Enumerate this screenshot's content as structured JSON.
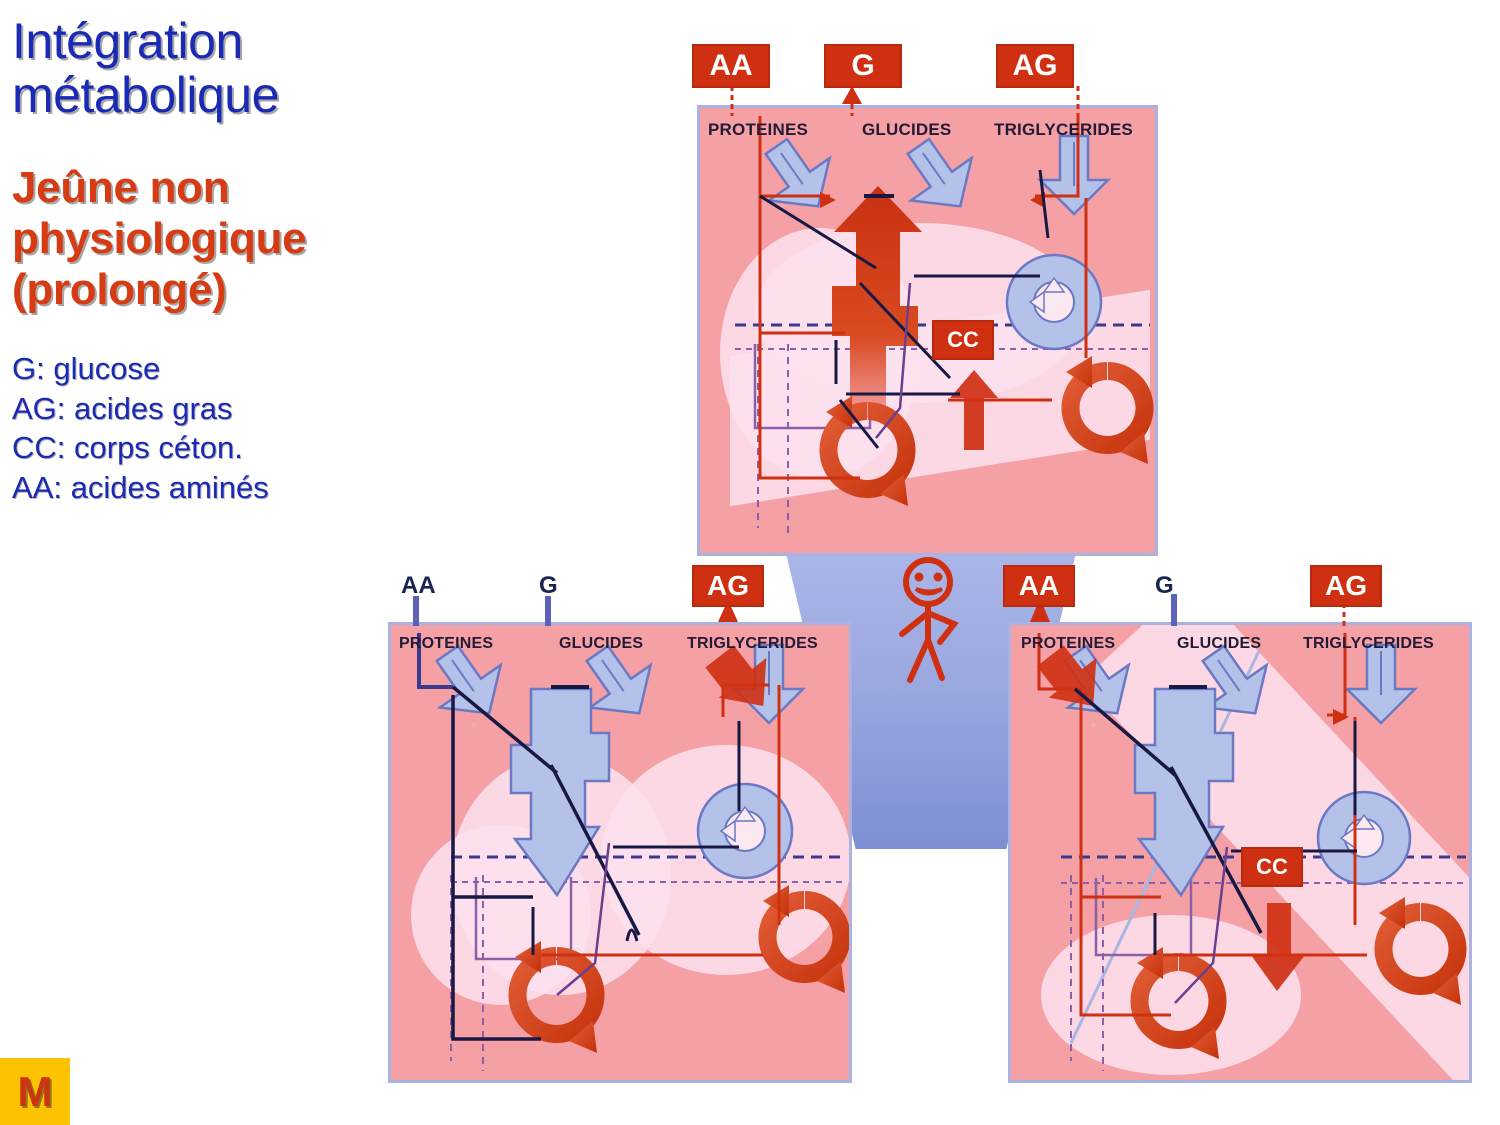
{
  "slide": {
    "title_line1": "Intégration",
    "title_line2": "métabolique",
    "subtitle_line1": "Jeûne non",
    "subtitle_line2": "physiologique",
    "subtitle_line3": "(prolongé)",
    "legend": [
      "G: glucose",
      "AG: acides gras",
      "CC: corps céton.",
      "AA: acides aminés"
    ],
    "logo_letter": "M",
    "colors": {
      "title_blue": "#1a2ab5",
      "subtitle_red": "#d63b14",
      "token_red": "#cf3012",
      "panel_pink": "#f4a0a4",
      "panel_border_blue": "#aab2e2",
      "center_blue": "#9aa8e0",
      "logo_yellow": "#fdc300",
      "logo_red": "#cc3311",
      "arrow_blue": "#aebbe6",
      "arrow_red": "#cf3012"
    }
  },
  "panels": [
    {
      "id": "top-panel",
      "name": "liver-panel",
      "tokens": [
        {
          "label": "AA",
          "boxed": true
        },
        {
          "label": "G",
          "boxed": true
        },
        {
          "label": "AG",
          "boxed": true
        }
      ],
      "columns": [
        "PROTEINES",
        "GLUCIDES",
        "TRIGLYCERIDES"
      ],
      "metabolite": "CC"
    },
    {
      "id": "bottom-left-panel",
      "name": "muscle-panel",
      "tokens": [
        {
          "label": "AA",
          "boxed": false
        },
        {
          "label": "G",
          "boxed": false
        },
        {
          "label": "AG",
          "boxed": true
        }
      ],
      "columns": [
        "PROTEINES",
        "GLUCIDES",
        "TRIGLYCERIDES"
      ],
      "metabolite": ""
    },
    {
      "id": "bottom-right-panel",
      "name": "adipose-panel",
      "tokens": [
        {
          "label": "AA",
          "boxed": true
        },
        {
          "label": "G",
          "boxed": false
        },
        {
          "label": "AG",
          "boxed": true
        }
      ],
      "columns": [
        "PROTEINES",
        "GLUCIDES",
        "TRIGLYCERIDES"
      ],
      "metabolite": "CC"
    }
  ],
  "center": {
    "figure": "stick-person"
  }
}
